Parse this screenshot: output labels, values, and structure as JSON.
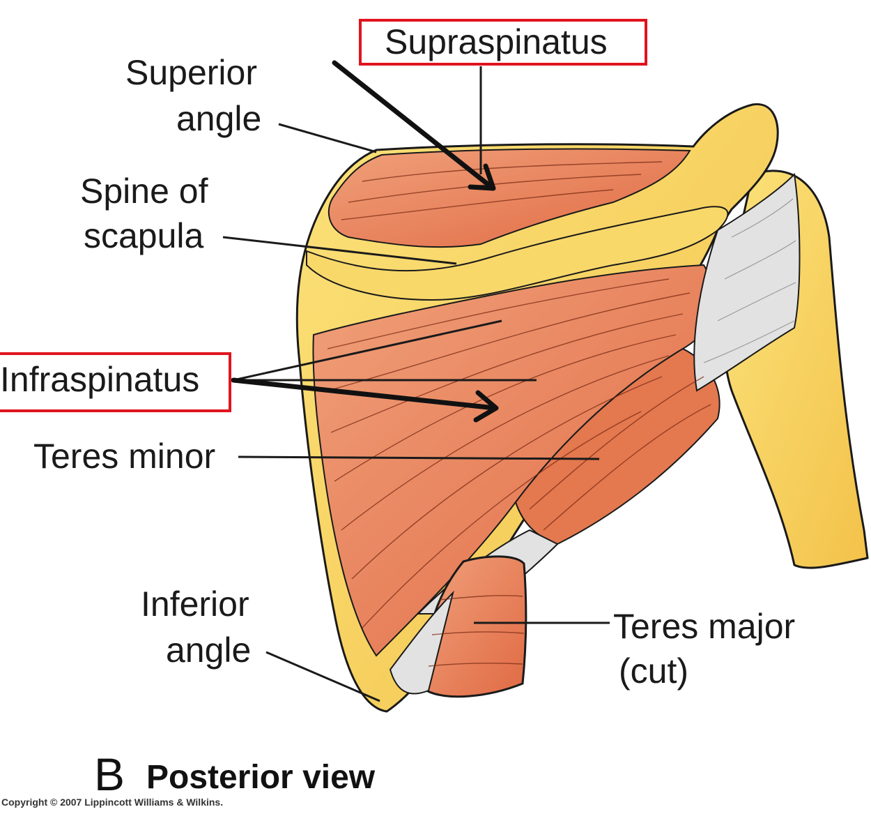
{
  "figure": {
    "labels": {
      "supraspinatus": "Supraspinatus",
      "superior_angle_1": "Superior",
      "superior_angle_2": "angle",
      "spine_1": "Spine of",
      "spine_2": "scapula",
      "infraspinatus": "Infraspinatus",
      "teres_minor": "Teres minor",
      "inferior_angle_1": "Inferior",
      "inferior_angle_2": "angle",
      "teres_major_1": "Teres major",
      "teres_major_2": "(cut)"
    },
    "caption_letter": "B",
    "caption_text": "Posterior view",
    "copyright": "Copyright © 2007 Lippincott Williams & Wilkins."
  },
  "colors": {
    "bone": "#f7cf5a",
    "bone_edge": "#e8a92e",
    "muscle": "#e9805a",
    "muscle_dark": "#c9502e",
    "tendon": "#dcdcdc",
    "highlight_box": "#e0141e"
  }
}
